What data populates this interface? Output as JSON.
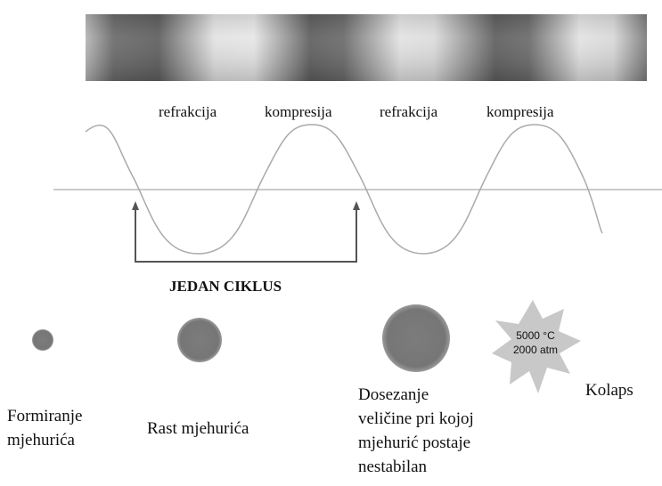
{
  "phases": [
    "refrakcija",
    "kompresija",
    "refrakcija",
    "kompresija"
  ],
  "cycle_label": "JEDAN CIKLUS",
  "stages": [
    {
      "label": "Formiranje\nmjehurića"
    },
    {
      "label": "Rast mjehurića"
    },
    {
      "label": "Dosezanje\nveličine pri kojoj\nmjehurić postaje\nnestabilan"
    },
    {
      "label": "Kolaps"
    }
  ],
  "collapse_conditions": {
    "temperature": "5000 °C",
    "pressure": "2000 atm"
  },
  "colors": {
    "bubble": "#7a7a7a",
    "burst": "#c8c8c8",
    "line": "#555555",
    "wave": "#aaaaaa",
    "axis": "#b8b8b8"
  }
}
